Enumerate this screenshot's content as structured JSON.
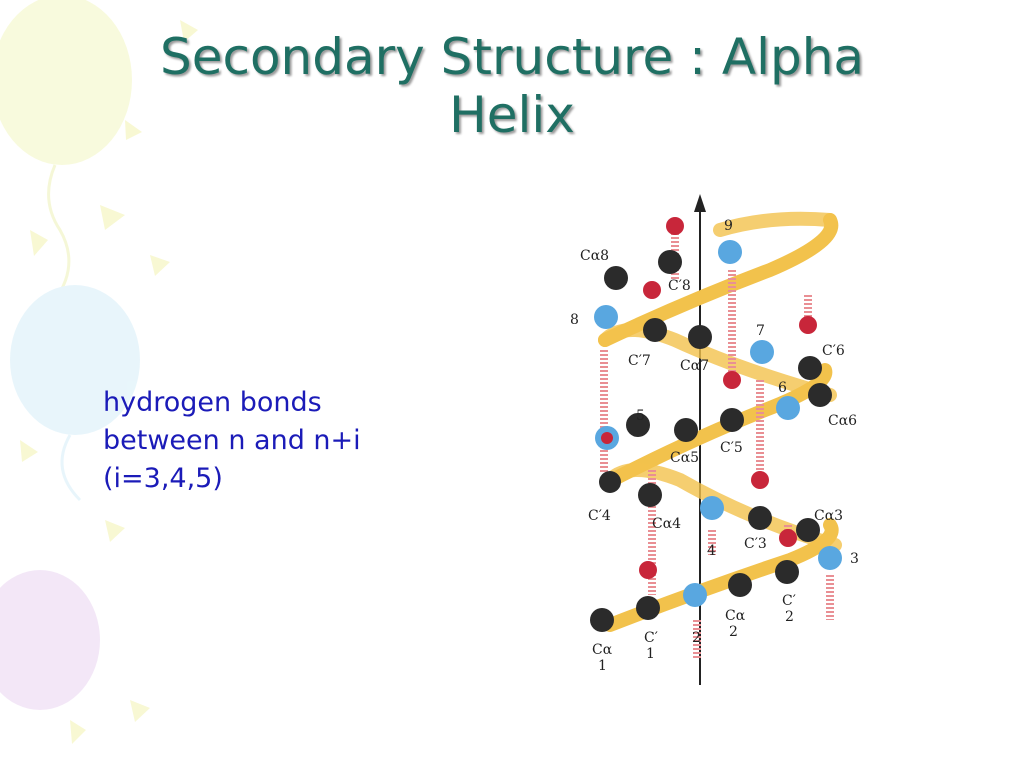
{
  "slide": {
    "title_line1": "Secondary Structure : Alpha",
    "title_line2": "Helix",
    "body_lines": [
      "hydrogen bonds",
      "between n and n+i",
      "(i=3,4,5)"
    ]
  },
  "colors": {
    "title": "#1f6f63",
    "body_text": "#1b1bb8",
    "ribbon": "#f2c24c",
    "carbon_atom": "#2b2b2b",
    "nitrogen_atom": "#59a7e0",
    "oxygen_atom": "#c8263a",
    "hydrogen_bond": "#e98f94"
  },
  "diagram": {
    "labels": [
      {
        "id": "ca8",
        "text": "Cα8"
      },
      {
        "id": "n9",
        "text": "9"
      },
      {
        "id": "c8p",
        "text": "C′8"
      },
      {
        "id": "n8",
        "text": "8"
      },
      {
        "id": "n7",
        "text": "7"
      },
      {
        "id": "c6p",
        "text": "C′6"
      },
      {
        "id": "c7p",
        "text": "C′7"
      },
      {
        "id": "ca7",
        "text": "Cα7"
      },
      {
        "id": "n6",
        "text": "6"
      },
      {
        "id": "n5",
        "text": "5"
      },
      {
        "id": "ca6",
        "text": "Cα6"
      },
      {
        "id": "ca5",
        "text": "Cα5"
      },
      {
        "id": "c5p",
        "text": "C′5"
      },
      {
        "id": "c4p",
        "text": "C′4"
      },
      {
        "id": "ca4",
        "text": "Cα4"
      },
      {
        "id": "ca3",
        "text": "Cα3"
      },
      {
        "id": "n4",
        "text": "4"
      },
      {
        "id": "c3p",
        "text": "C′3"
      },
      {
        "id": "n3",
        "text": "3"
      },
      {
        "id": "c2p",
        "text": "C′"
      },
      {
        "id": "n2sub",
        "text": "2"
      },
      {
        "id": "ca2",
        "text": "Cα"
      },
      {
        "id": "ca2sub",
        "text": "2"
      },
      {
        "id": "n2",
        "text": "2"
      },
      {
        "id": "c1p",
        "text": "C′"
      },
      {
        "id": "c1sub",
        "text": "1"
      },
      {
        "id": "ca1",
        "text": "Cα"
      },
      {
        "id": "ca1sub",
        "text": "1"
      }
    ]
  }
}
